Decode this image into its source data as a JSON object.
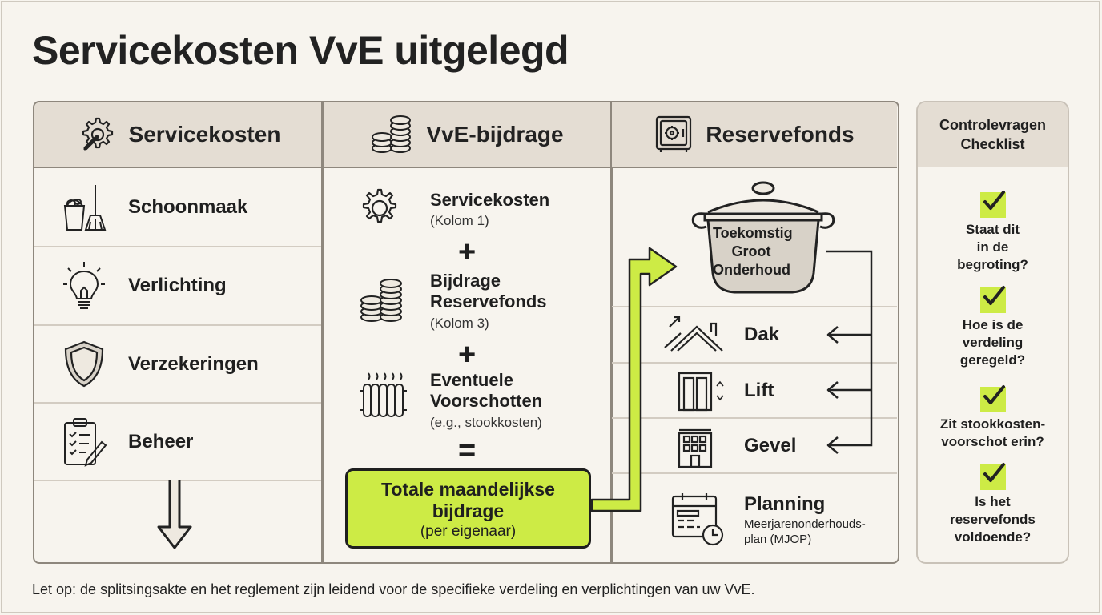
{
  "title": "Servicekosten VvE uitgelegd",
  "accent_color": "#cdeb45",
  "columns": {
    "servicekosten": {
      "header": "Servicekosten",
      "header_icon": "gear-wrench-icon",
      "items": [
        {
          "label": "Schoonmaak",
          "icon": "bucket-broom-icon"
        },
        {
          "label": "Verlichting",
          "icon": "lightbulb-icon"
        },
        {
          "label": "Verzekeringen",
          "icon": "shield-icon"
        },
        {
          "label": "Beheer",
          "icon": "clipboard-pen-icon"
        }
      ],
      "arrow_icon": "arrow-down-icon"
    },
    "bijdrage": {
      "header": "VvE-bijdrage",
      "header_icon": "coin-stack-icon",
      "items": [
        {
          "title": "Servicekosten",
          "sub": "(Kolom 1)",
          "icon": "gear-icon"
        },
        {
          "title_line1": "Bijdrage",
          "title_line2": "Reservefonds",
          "sub": "(Kolom 3)",
          "icon": "coin-stack-icon"
        },
        {
          "title_line1": "Eventuele",
          "title_line2": "Voorschotten",
          "sub": "(e.g., stookkosten)",
          "icon": "radiator-icon"
        }
      ],
      "plus": "+",
      "equals": "=",
      "total": {
        "line1": "Totale maandelijkse",
        "line2": "bijdrage",
        "sub": "(per eigenaar)"
      }
    },
    "reservefonds": {
      "header": "Reservefonds",
      "header_icon": "safe-icon",
      "pot_label": [
        "Toekomstig",
        "Groot",
        "Onderhoud"
      ],
      "items": [
        {
          "label": "Dak",
          "icon": "roof-icon"
        },
        {
          "label": "Lift",
          "icon": "elevator-icon"
        },
        {
          "label": "Gevel",
          "icon": "building-facade-icon"
        }
      ],
      "planning": {
        "label": "Planning",
        "sub_line1": "Meerjarenonderhouds-",
        "sub_line2": "plan (MJOP)",
        "icon": "calendar-clock-icon"
      }
    }
  },
  "checklist": {
    "header_line1": "Controlevragen",
    "header_line2": "Checklist",
    "items": [
      [
        "Staat dit",
        "in de",
        "begroting?"
      ],
      [
        "Hoe is de",
        "verdeling",
        "geregeld?"
      ],
      [
        "Zit stookkosten-",
        "voorschot erin?"
      ],
      [
        "Is het",
        "reservefonds",
        "voldoende?"
      ]
    ]
  },
  "footnote": "Let op: de splitsingsakte en het reglement zijn leidend voor de specifieke verdeling en verplichtingen van uw VvE."
}
